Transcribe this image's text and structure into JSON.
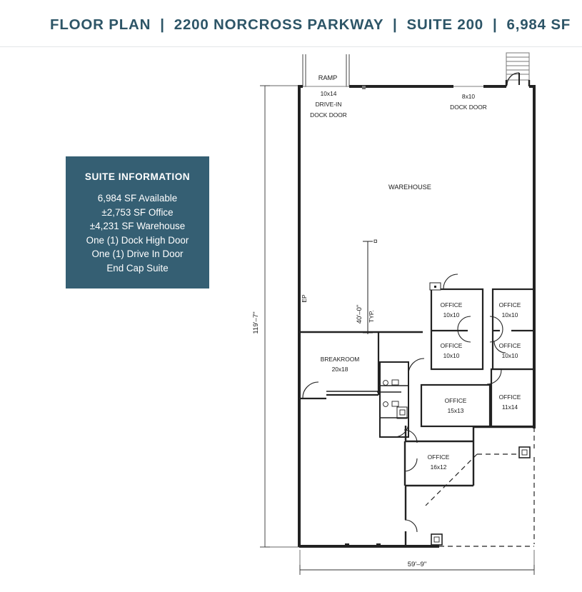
{
  "header": {
    "title": "FLOOR PLAN  |  2200 NORCROSS PARKWAY  |  SUITE 200  |  6,984 SF",
    "accent_color": "#2d5567"
  },
  "suite_information": {
    "title": "SUITE INFORMATION",
    "background_color": "#355f73",
    "text_color": "#ffffff",
    "items": [
      "6,984 SF Available",
      "±2,753 SF Office",
      "±4,231 SF Warehouse",
      "One (1) Dock High Door",
      "One (1) Drive In Door",
      "End Cap Suite"
    ]
  },
  "floor_plan": {
    "ramp_label": "RAMP",
    "drive_in_door": {
      "size": "10x14",
      "line1": "DRIVE-IN",
      "line2": "DOCK DOOR"
    },
    "dock_door": {
      "size": "8x10",
      "line1": "DOCK DOOR"
    },
    "warehouse_label": "WAREHOUSE",
    "electrical_panel_label": "EP",
    "breakroom": {
      "name": "BREAKROOM",
      "size": "20x18"
    },
    "offices": [
      {
        "name": "OFFICE",
        "size": "10x10"
      },
      {
        "name": "OFFICE",
        "size": "10x10"
      },
      {
        "name": "OFFICE",
        "size": "10x10"
      },
      {
        "name": "OFFICE",
        "size": "10x10"
      },
      {
        "name": "OFFICE",
        "size": "15x13"
      },
      {
        "name": "OFFICE",
        "size": "11x14"
      },
      {
        "name": "OFFICE",
        "size": "16x12"
      }
    ],
    "dimensions": {
      "overall_height": "119'–7\"",
      "overall_width": "59'–9\"",
      "bay_spacing": "40'–0\"",
      "bay_spacing_note": "TYP."
    }
  }
}
